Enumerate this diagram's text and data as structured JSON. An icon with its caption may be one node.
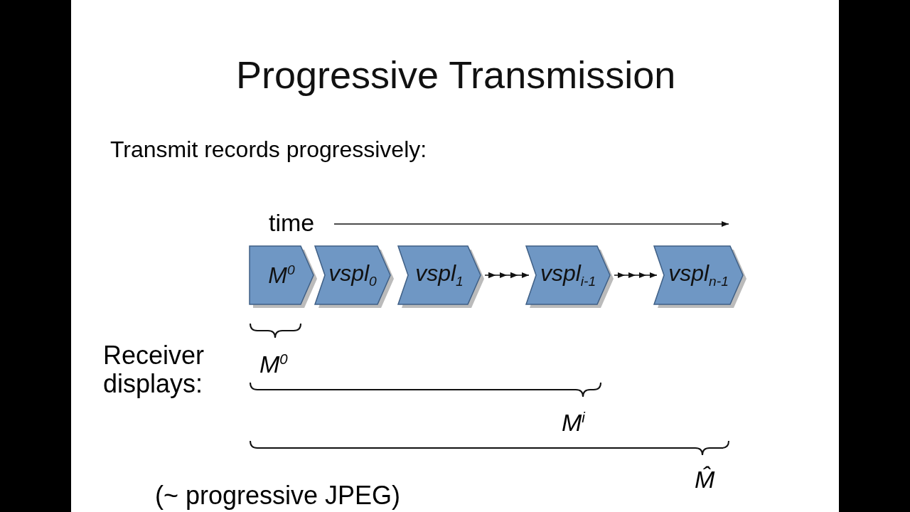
{
  "diagram": {
    "title": "Progressive Transmission",
    "nodes": [
      {
        "text": [
          "M$^{0}$"
        ]
      },
      {
        "text": [
          "vspl$_{0}$"
        ]
      },
      {
        "text": [
          "vspl$_{1}$"
        ]
      },
      {
        "text": [
          "vspl$_{i-1}$"
        ]
      },
      {
        "text": [
          "vspl$_{n-1}$"
        ]
      }
    ],
    "edges": [
      {
        "from": 2,
        "to": 3,
        "arrow": "to"
      },
      {
        "from": 3,
        "to": 4,
        "arrow": "to"
      }
    ],
    "labels": [
      "Transmit records progressively:",
      "time",
      "Receiver displays:",
      "M$^{0}$",
      "M$^{i}$",
      "M̂",
      "(~ progressive JPEG)"
    ]
  }
}
